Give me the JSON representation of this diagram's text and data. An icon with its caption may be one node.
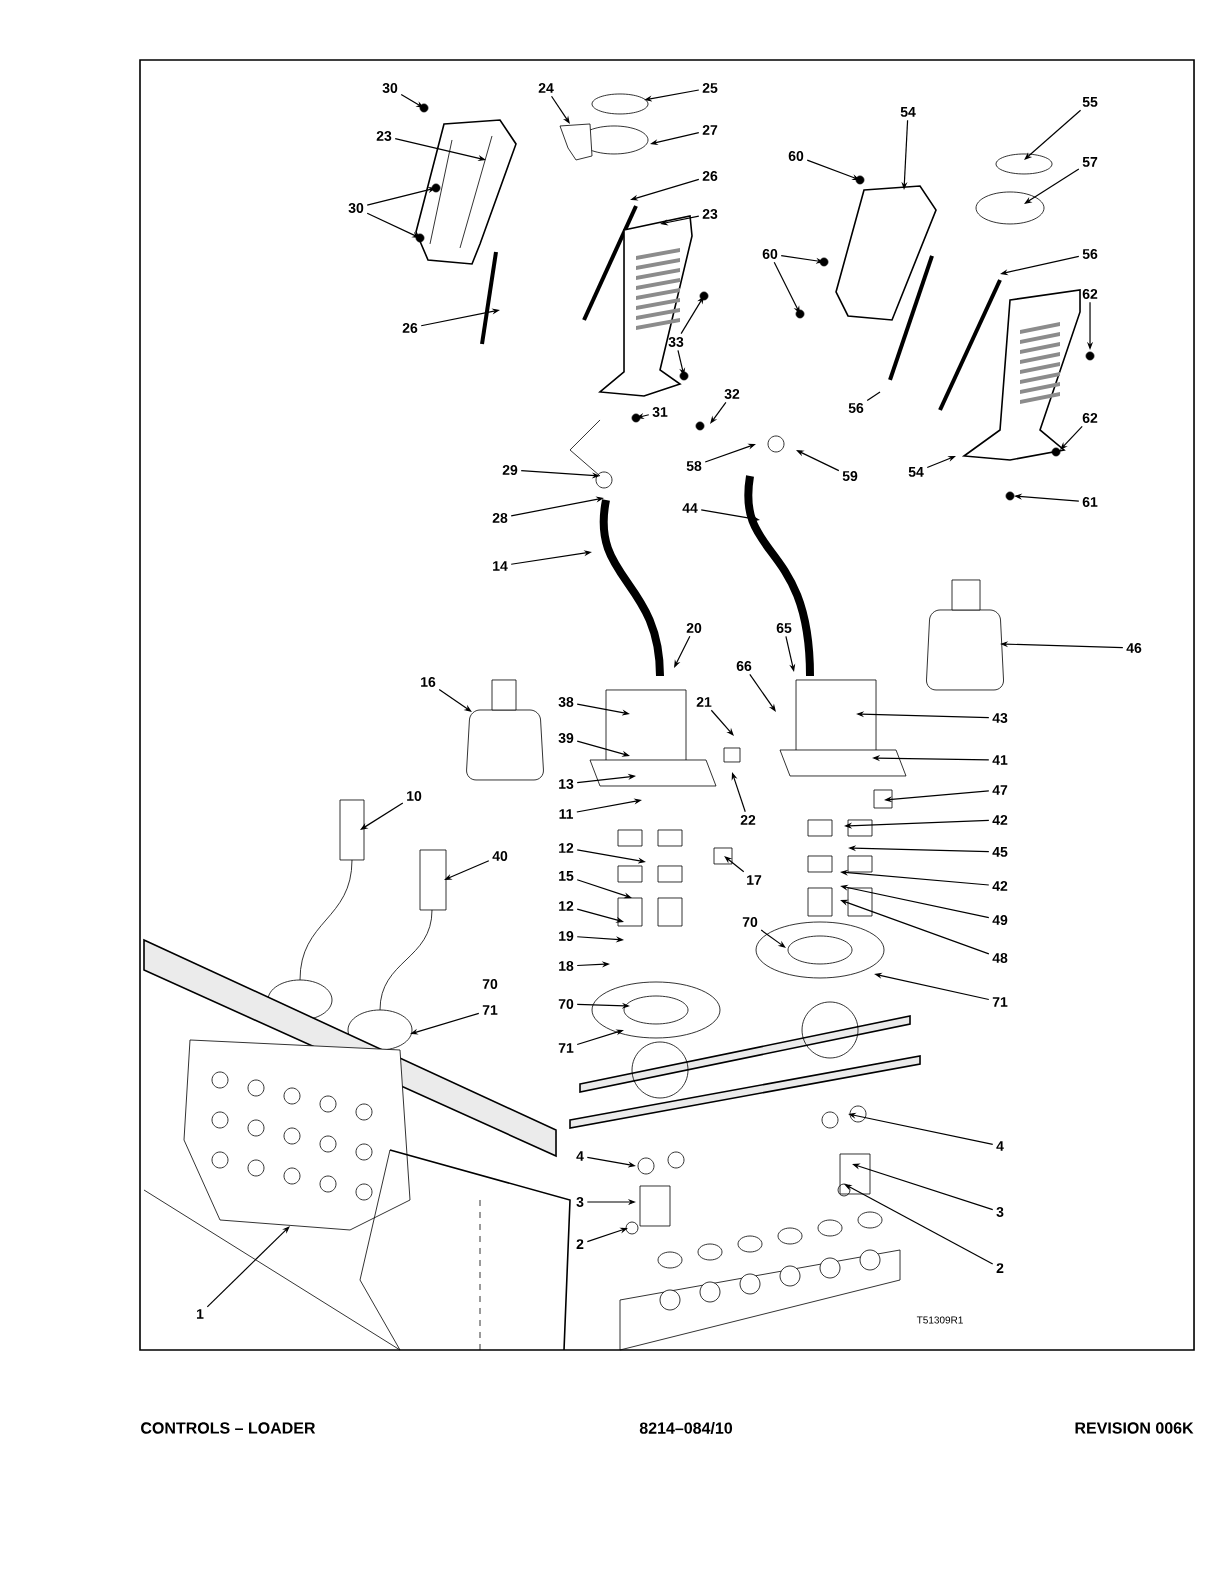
{
  "diagram": {
    "nodes": [
      {
        "text": [
          "30"
        ]
      },
      {
        "text": [
          "24"
        ]
      },
      {
        "text": [
          "25"
        ]
      },
      {
        "text": [
          "23"
        ]
      },
      {
        "text": [
          "27"
        ]
      },
      {
        "text": [
          "26"
        ]
      },
      {
        "text": [
          "30"
        ]
      },
      {
        "text": [
          "23"
        ]
      },
      {
        "text": [
          "26"
        ]
      },
      {
        "text": [
          "33"
        ]
      },
      {
        "text": [
          "31"
        ]
      },
      {
        "text": [
          "32"
        ]
      },
      {
        "text": [
          "29"
        ]
      },
      {
        "text": [
          "28"
        ]
      },
      {
        "text": [
          "58"
        ]
      },
      {
        "text": [
          "59"
        ]
      },
      {
        "text": [
          "44"
        ]
      },
      {
        "text": [
          "14"
        ]
      },
      {
        "text": [
          "54"
        ]
      },
      {
        "text": [
          "55"
        ]
      },
      {
        "text": [
          "60"
        ]
      },
      {
        "text": [
          "57"
        ]
      },
      {
        "text": [
          "60"
        ]
      },
      {
        "text": [
          "56"
        ]
      },
      {
        "text": [
          "62"
        ]
      },
      {
        "text": [
          "56"
        ]
      },
      {
        "text": [
          "62"
        ]
      },
      {
        "text": [
          "54"
        ]
      },
      {
        "text": [
          "61"
        ]
      },
      {
        "text": [
          "20"
        ]
      },
      {
        "text": [
          "65"
        ]
      },
      {
        "text": [
          "16"
        ]
      },
      {
        "text": [
          "46"
        ]
      },
      {
        "text": [
          "38"
        ]
      },
      {
        "text": [
          "66"
        ]
      },
      {
        "text": [
          "21"
        ]
      },
      {
        "text": [
          "43"
        ]
      },
      {
        "text": [
          "39"
        ]
      },
      {
        "text": [
          "13"
        ]
      },
      {
        "text": [
          "41"
        ]
      },
      {
        "text": [
          "11"
        ]
      },
      {
        "text": [
          "47"
        ]
      },
      {
        "text": [
          "10"
        ]
      },
      {
        "text": [
          "22"
        ]
      },
      {
        "text": [
          "42"
        ]
      },
      {
        "text": [
          "12"
        ]
      },
      {
        "text": [
          "40"
        ]
      },
      {
        "text": [
          "45"
        ]
      },
      {
        "text": [
          "17"
        ]
      },
      {
        "text": [
          "15"
        ]
      },
      {
        "text": [
          "12"
        ]
      },
      {
        "text": [
          "42"
        ]
      },
      {
        "text": [
          "19"
        ]
      },
      {
        "text": [
          "49"
        ]
      },
      {
        "text": [
          "18"
        ]
      },
      {
        "text": [
          "48"
        ]
      },
      {
        "text": [
          "70"
        ]
      },
      {
        "text": [
          "71"
        ]
      },
      {
        "text": [
          "70"
        ]
      },
      {
        "text": [
          "70"
        ]
      },
      {
        "text": [
          "71"
        ]
      },
      {
        "text": [
          "71"
        ]
      },
      {
        "text": [
          "4"
        ]
      },
      {
        "text": [
          "4"
        ]
      },
      {
        "text": [
          "3"
        ]
      },
      {
        "text": [
          "3"
        ]
      },
      {
        "text": [
          "2"
        ]
      },
      {
        "text": [
          "2"
        ]
      },
      {
        "text": [
          "1"
        ]
      }
    ],
    "edges": [
      {
        "from": 0,
        "to": null,
        "arrow": "to"
      },
      {
        "from": 1,
        "to": null,
        "arrow": "to"
      },
      {
        "from": 2,
        "to": null,
        "arrow": "to"
      },
      {
        "from": 3,
        "to": null,
        "arrow": "to"
      },
      {
        "from": 4,
        "to": null,
        "arrow": "to"
      },
      {
        "from": 5,
        "to": null,
        "arrow": "to"
      },
      {
        "from": 6,
        "to": null,
        "arrow": "to"
      },
      {
        "from": 6,
        "to": null,
        "arrow": "to"
      },
      {
        "from": 7,
        "to": null,
        "arrow": "to"
      },
      {
        "from": 8,
        "to": null,
        "arrow": "to"
      },
      {
        "from": 9,
        "to": null,
        "arrow": "to"
      },
      {
        "from": 9,
        "to": null,
        "arrow": "to"
      },
      {
        "from": 10,
        "to": null,
        "arrow": "to"
      },
      {
        "from": 11,
        "to": null,
        "arrow": "to"
      },
      {
        "from": 12,
        "to": null,
        "arrow": "to"
      },
      {
        "from": 13,
        "to": null,
        "arrow": "to"
      },
      {
        "from": 14,
        "to": null,
        "arrow": "to"
      },
      {
        "from": 15,
        "to": null,
        "arrow": "to"
      },
      {
        "from": 16,
        "to": null,
        "arrow": "to"
      },
      {
        "from": 17,
        "to": null,
        "arrow": "to"
      },
      {
        "from": 18,
        "to": null,
        "arrow": "to"
      },
      {
        "from": 19,
        "to": null,
        "arrow": "to"
      },
      {
        "from": 20,
        "to": null,
        "arrow": "to"
      },
      {
        "from": 21,
        "to": null,
        "arrow": "to"
      },
      {
        "from": 22,
        "to": null,
        "arrow": "to"
      },
      {
        "from": 22,
        "to": null,
        "arrow": "to"
      },
      {
        "from": 23,
        "to": null,
        "arrow": "to"
      },
      {
        "from": 24,
        "to": null,
        "arrow": "to"
      },
      {
        "from": 25,
        "to": null,
        "arrow": "none"
      },
      {
        "from": 26,
        "to": null,
        "arrow": "to"
      },
      {
        "from": 27,
        "to": null,
        "arrow": "to"
      },
      {
        "from": 28,
        "to": null,
        "arrow": "to"
      },
      {
        "from": 29,
        "to": null,
        "arrow": "to"
      },
      {
        "from": 30,
        "to": null,
        "arrow": "to"
      },
      {
        "from": 31,
        "to": null,
        "arrow": "to"
      },
      {
        "from": 32,
        "to": null,
        "arrow": "to"
      },
      {
        "from": 33,
        "to": null,
        "arrow": "to"
      },
      {
        "from": 34,
        "to": null,
        "arrow": "to"
      },
      {
        "from": 35,
        "to": null,
        "arrow": "to"
      },
      {
        "from": 36,
        "to": null,
        "arrow": "to"
      },
      {
        "from": 37,
        "to": null,
        "arrow": "to"
      },
      {
        "from": 38,
        "to": null,
        "arrow": "to"
      },
      {
        "from": 39,
        "to": null,
        "arrow": "to"
      },
      {
        "from": 40,
        "to": null,
        "arrow": "to"
      },
      {
        "from": 41,
        "to": null,
        "arrow": "to"
      },
      {
        "from": 42,
        "to": null,
        "arrow": "to"
      },
      {
        "from": 43,
        "to": null,
        "arrow": "to"
      },
      {
        "from": 44,
        "to": null,
        "arrow": "to"
      },
      {
        "from": 45,
        "to": null,
        "arrow": "to"
      },
      {
        "from": 46,
        "to": null,
        "arrow": "to"
      },
      {
        "from": 47,
        "to": null,
        "arrow": "to"
      },
      {
        "from": 48,
        "to": null,
        "arrow": "to"
      },
      {
        "from": 49,
        "to": null,
        "arrow": "to"
      },
      {
        "from": 50,
        "to": null,
        "arrow": "to"
      },
      {
        "from": 51,
        "to": null,
        "arrow": "to"
      },
      {
        "from": 52,
        "to": null,
        "arrow": "to"
      },
      {
        "from": 53,
        "to": null,
        "arrow": "to"
      },
      {
        "from": 54,
        "to": null,
        "arrow": "to"
      },
      {
        "from": 55,
        "to": null,
        "arrow": "to"
      },
      {
        "from": 57,
        "to": null,
        "arrow": "to"
      },
      {
        "from": 58,
        "to": null,
        "arrow": "to"
      },
      {
        "from": 59,
        "to": null,
        "arrow": "to"
      },
      {
        "from": 60,
        "to": null,
        "arrow": "to"
      },
      {
        "from": 61,
        "to": null,
        "arrow": "to"
      },
      {
        "from": 62,
        "to": null,
        "arrow": "to"
      },
      {
        "from": 63,
        "to": null,
        "arrow": "to"
      },
      {
        "from": 64,
        "to": null,
        "arrow": "to"
      },
      {
        "from": 65,
        "to": null,
        "arrow": "to"
      },
      {
        "from": 66,
        "to": null,
        "arrow": "to"
      },
      {
        "from": 67,
        "to": null,
        "arrow": "to"
      },
      {
        "from": 68,
        "to": null,
        "arrow": "to"
      }
    ],
    "labels": [
      "T51309R1",
      "CONTROLS – LOADER",
      "8214–084/10",
      "REVISION 006K"
    ]
  }
}
